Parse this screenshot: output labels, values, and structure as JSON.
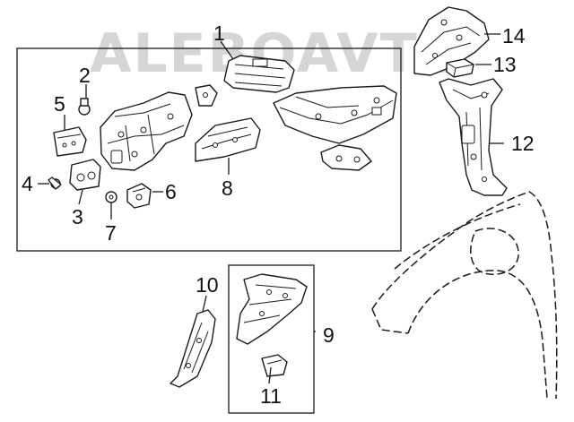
{
  "watermark": {
    "text": "ALEBOAVTO"
  },
  "callouts": [
    {
      "id": "1",
      "label": "1"
    },
    {
      "id": "2",
      "label": "2"
    },
    {
      "id": "3",
      "label": "3"
    },
    {
      "id": "4",
      "label": "4"
    },
    {
      "id": "5",
      "label": "5"
    },
    {
      "id": "6",
      "label": "6"
    },
    {
      "id": "7",
      "label": "7"
    },
    {
      "id": "8",
      "label": "8"
    },
    {
      "id": "9",
      "label": "9"
    },
    {
      "id": "10",
      "label": "10"
    },
    {
      "id": "11",
      "label": "11"
    },
    {
      "id": "12",
      "label": "12"
    },
    {
      "id": "13",
      "label": "13"
    },
    {
      "id": "14",
      "label": "14"
    }
  ]
}
